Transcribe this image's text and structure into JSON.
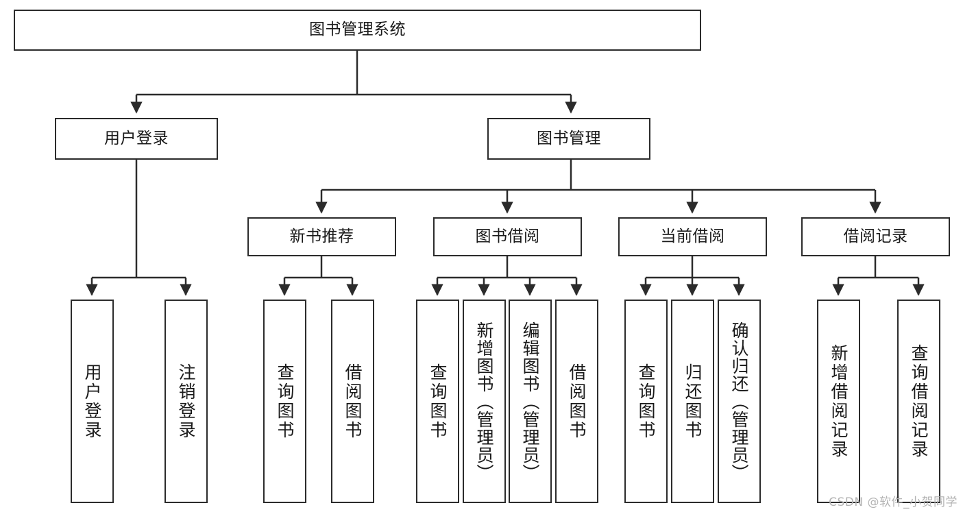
{
  "diagram": {
    "type": "tree-hierarchy",
    "title": "图书管理系统",
    "root": {
      "id": "root",
      "label": "图书管理系统"
    },
    "level2": [
      {
        "id": "user-login",
        "label": "用户登录"
      },
      {
        "id": "book-manage",
        "label": "图书管理"
      }
    ],
    "level3": [
      {
        "id": "new-book-rec",
        "label": "新书推荐",
        "parent": "book-manage"
      },
      {
        "id": "book-borrow",
        "label": "图书借阅",
        "parent": "book-manage"
      },
      {
        "id": "current-borrow",
        "label": "当前借阅",
        "parent": "book-manage"
      },
      {
        "id": "borrow-record",
        "label": "借阅记录",
        "parent": "book-manage"
      }
    ],
    "leaves": [
      {
        "id": "leaf-user-login",
        "label": "用户登录",
        "parent": "user-login"
      },
      {
        "id": "leaf-logout",
        "label": "注销登录",
        "parent": "user-login"
      },
      {
        "id": "leaf-query-book-1",
        "label": "查询图书",
        "parent": "new-book-rec"
      },
      {
        "id": "leaf-borrow-book-1",
        "label": "借阅图书",
        "parent": "new-book-rec"
      },
      {
        "id": "leaf-query-book-2",
        "label": "查询图书",
        "parent": "book-borrow"
      },
      {
        "id": "leaf-add-book",
        "label": "新增图书（管理员）",
        "parent": "book-borrow"
      },
      {
        "id": "leaf-edit-book",
        "label": "编辑图书（管理员）",
        "parent": "book-borrow"
      },
      {
        "id": "leaf-borrow-book-2",
        "label": "借阅图书",
        "parent": "book-borrow"
      },
      {
        "id": "leaf-query-book-3",
        "label": "查询图书",
        "parent": "current-borrow"
      },
      {
        "id": "leaf-return-book",
        "label": "归还图书",
        "parent": "current-borrow"
      },
      {
        "id": "leaf-confirm-return",
        "label": "确认归还（管理员）",
        "parent": "current-borrow"
      },
      {
        "id": "leaf-add-record",
        "label": "新增借阅记录",
        "parent": "borrow-record"
      },
      {
        "id": "leaf-query-record",
        "label": "查询借阅记录",
        "parent": "borrow-record"
      }
    ]
  },
  "watermark": {
    "text": "CSDN @软件_小贺同学"
  },
  "colors": {
    "stroke": "#2b2b2b",
    "fill": "#ffffff",
    "text": "#1a1a1a",
    "watermark": "#b3b3b3"
  }
}
